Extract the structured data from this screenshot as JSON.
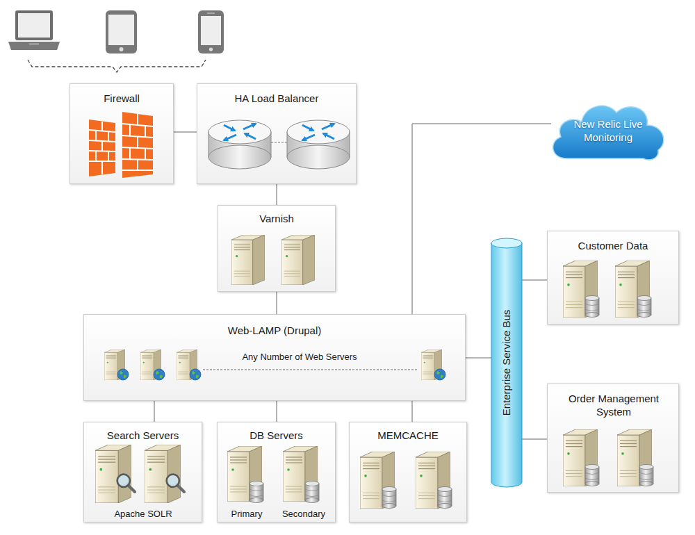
{
  "diagram": {
    "nodes": [
      {
        "text": [
          "Firewall"
        ]
      },
      {
        "text": [
          "HA Load Balancer"
        ]
      },
      {
        "text": [
          "New Relic Live Monitoring"
        ]
      },
      {
        "text": [
          "Varnish"
        ]
      },
      {
        "text": [
          "Web-LAMP (Drupal)",
          "Any Number of Web Servers"
        ]
      },
      {
        "text": [
          "Search Servers",
          "Apache SOLR"
        ]
      },
      {
        "text": [
          "DB Servers",
          "Primary",
          "Secondary"
        ]
      },
      {
        "text": [
          "MEMCACHE"
        ]
      },
      {
        "text": [
          "Enterprise Service Bus"
        ]
      },
      {
        "text": [
          "Customer Data"
        ]
      },
      {
        "text": [
          "Order Management System"
        ]
      }
    ],
    "edges": [
      {
        "from": 0,
        "to": 1,
        "arrow": "none"
      },
      {
        "from": 1,
        "to": 3,
        "arrow": "none"
      },
      {
        "from": 3,
        "to": 4,
        "arrow": "none"
      },
      {
        "from": 4,
        "to": 5,
        "arrow": "none"
      },
      {
        "from": 4,
        "to": 6,
        "arrow": "none"
      },
      {
        "from": 4,
        "to": 7,
        "arrow": "none"
      },
      {
        "from": 4,
        "to": 2,
        "arrow": "none"
      },
      {
        "from": 4,
        "to": 8,
        "arrow": "none"
      },
      {
        "from": 8,
        "to": 9,
        "arrow": "none"
      },
      {
        "from": 8,
        "to": 10,
        "arrow": "none"
      }
    ]
  }
}
